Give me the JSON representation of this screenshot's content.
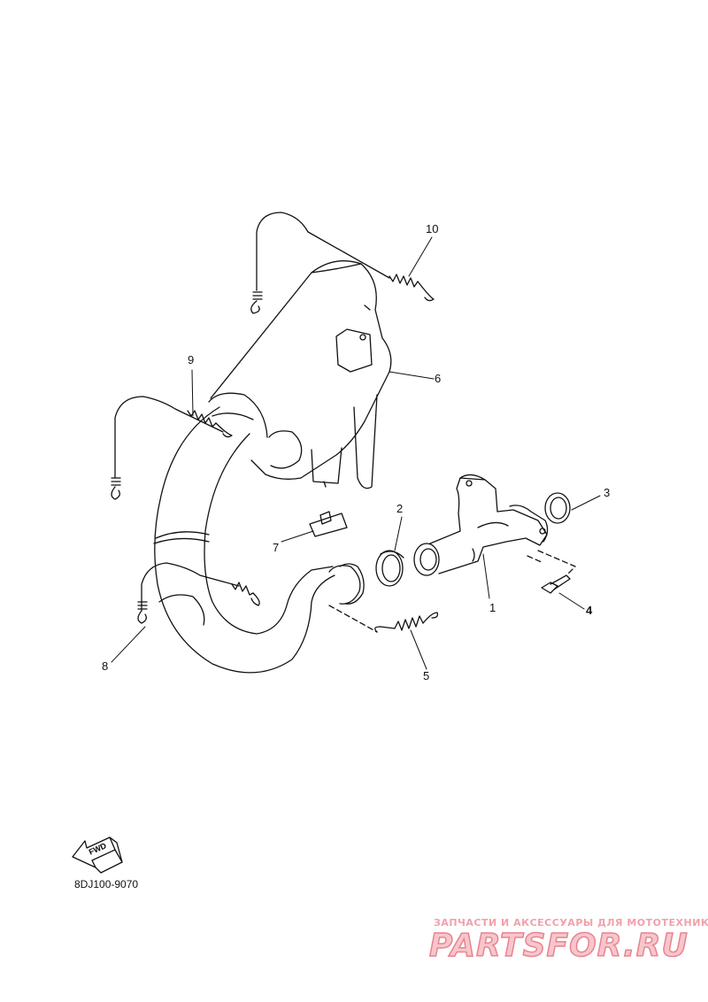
{
  "callouts": {
    "p1": "1",
    "p2": "2",
    "p3": "3",
    "p4": "4",
    "p5": "5",
    "p6": "6",
    "p7": "7",
    "p8": "8",
    "p9": "9",
    "p10": "10"
  },
  "direction_label": "FWD",
  "doc_code": "8DJ100-9070",
  "watermark": {
    "tagline": "ЗАПЧАСТИ И АКСЕССУАРЫ ДЛЯ МОТОТЕХНИКИ",
    "logo": "PARTSFOR.RU"
  }
}
